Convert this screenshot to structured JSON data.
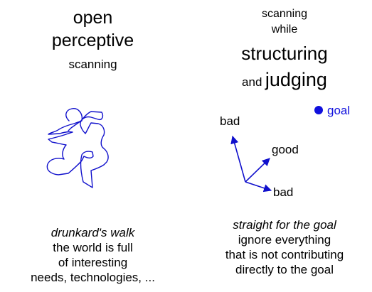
{
  "left_panel": {
    "heading_line1": "open",
    "heading_line2": "perceptive",
    "heading_line3": "scanning",
    "caption_italic": "drunkard's walk",
    "caption_lines": [
      "the world is full",
      "of interesting",
      "needs, technologies, ..."
    ]
  },
  "right_panel": {
    "heading_line1": "scanning",
    "heading_line2": "while",
    "heading_line3": "structuring",
    "heading_line4_prefix": "and",
    "heading_line4_main": "judging",
    "goal_label": "goal",
    "arrow_labels": {
      "bad_up": "bad",
      "good": "good",
      "bad_down": "bad"
    },
    "caption_italic": "straight for the goal",
    "caption_lines": [
      "ignore everything",
      "that is not contributing",
      "directly to the goal"
    ]
  },
  "colors": {
    "path": "#1010cc",
    "goal": "#1010dd",
    "text": "#000000"
  }
}
